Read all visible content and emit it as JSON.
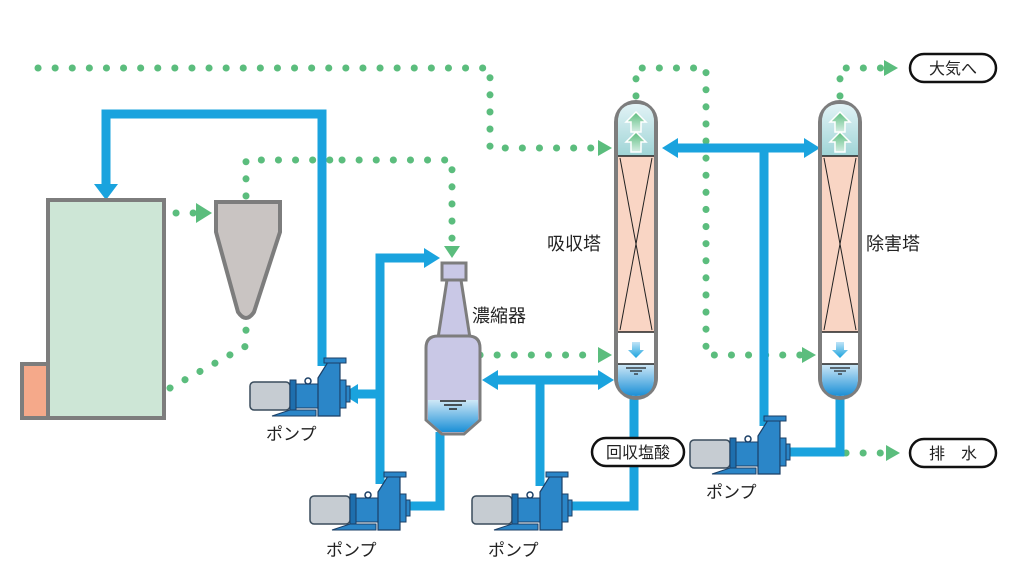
{
  "diagram": {
    "labels": {
      "absorber": "吸収塔",
      "scrubber": "除害塔",
      "concentrator": "濃縮器",
      "pump": "ポンプ",
      "atmosphere": "大気へ",
      "drain": "排　水",
      "recovered_acid": "回収塩酸"
    },
    "colors": {
      "gas_flow": "#5bbd7d",
      "liquid_flow": "#1aa3de",
      "furnace": "#cde6d6",
      "heater": "#f5a98a",
      "cyclone": "#c9c4c2",
      "concentrator": "#c9c8e6",
      "packing": "#f9d5c4",
      "outline": "#7d7d7d"
    },
    "legend_icons": [
      "gas-flow-dotted-arrow",
      "liquid-flow-solid-arrow"
    ]
  }
}
